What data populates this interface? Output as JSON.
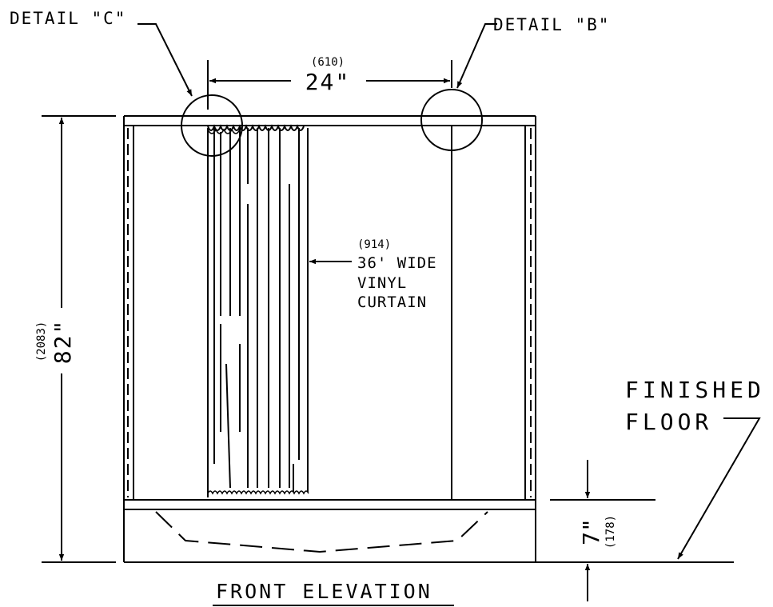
{
  "details": {
    "c_label": "DETAIL \"C\"",
    "b_label": "DETAIL \"B\""
  },
  "dimensions": {
    "width_metric": "(610)",
    "width_imperial": "24\"",
    "height_metric": "(2083)",
    "height_imperial": "82\"",
    "curb_imperial": "7\"",
    "curb_metric": "(178)"
  },
  "curtain_note": {
    "metric": "(914)",
    "line1": "36' WIDE",
    "line2": "VINYL",
    "line3": "CURTAIN"
  },
  "floor_note": {
    "line1": "FINISHED",
    "line2": "FLOOR"
  },
  "drawing_title": "FRONT ELEVATION",
  "colors": {
    "line": "#000000",
    "background": "#ffffff"
  }
}
